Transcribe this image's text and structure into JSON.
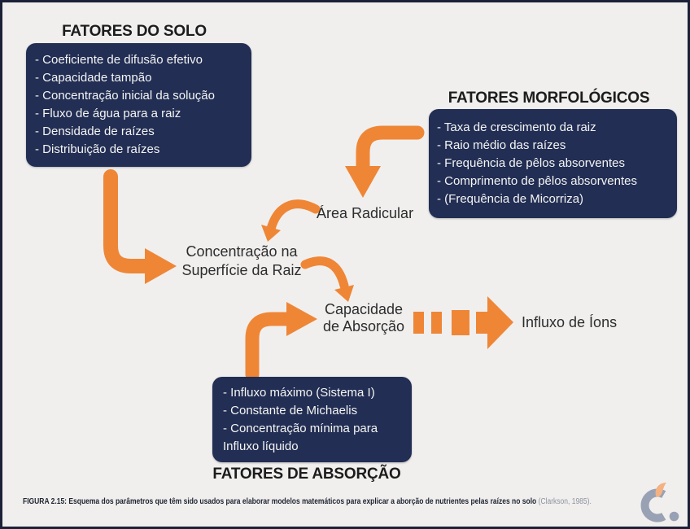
{
  "solo": {
    "title": "FATORES DO SOLO",
    "items": [
      "- Coeficiente de difusão efetivo",
      "- Capacidade tampão",
      "- Concentração inicial da solução",
      "- Fluxo de água para a raiz",
      "- Densidade de raízes",
      "- Distribuição de raízes"
    ]
  },
  "morfologicos": {
    "title": "FATORES MORFOLÓGICOS",
    "items": [
      "- Taxa de crescimento da raiz",
      "- Raio médio das raízes",
      "- Frequência de pêlos absorventes",
      "- Comprimento de pêlos absorventes",
      "- (Frequência de Micorriza)"
    ]
  },
  "absorcao": {
    "title": "FATORES DE ABSORÇÃO",
    "items": [
      "- Influxo máximo (Sistema I)",
      "- Constante de Michaelis",
      "- Concentração mínima para",
      "Influxo líquido"
    ]
  },
  "nodes": {
    "area_radicular": "Área Radicular",
    "concentracao_superficie": {
      "line1": "Concentração na",
      "line2": "Superfície da Raiz"
    },
    "capacidade_absorcao": {
      "line1": "Capacidade",
      "line2": "de Absorção"
    },
    "influxo_ions": "Influxo de Íons"
  },
  "caption": {
    "main": "FIGURA 2.15: Esquema dos parâmetros que têm sido usados para elaborar modelos matemáticos para explicar a aborção de nutrientes pelas raízes no solo",
    "citation": "(Clarkson, 1985)."
  },
  "colors": {
    "background": "#f0efee",
    "box_navy": "#222e54",
    "arrow_orange": "#ef8636",
    "heading_text": "#1c1c1c",
    "label_text": "#2d2d2d",
    "box_text": "#f5f5f3",
    "caption_text": "#1f2430",
    "citation_text": "#8d929c",
    "frame_border": "#1b2137",
    "logo_gray": "#99a1b4",
    "logo_flame": "#f4b182"
  }
}
